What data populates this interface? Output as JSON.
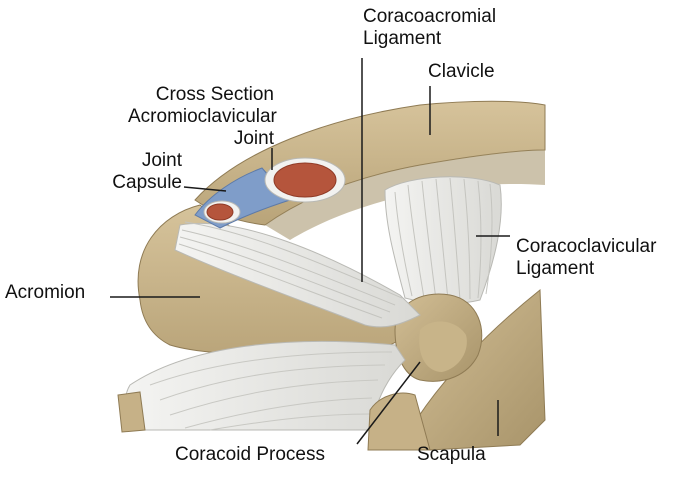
{
  "labels": {
    "coracoacromial_ligament": [
      "Coracoacromial",
      "Ligament"
    ],
    "clavicle": "Clavicle",
    "cross_section_ac_joint": [
      "Cross Section",
      "Acromioclavicular",
      "Joint"
    ],
    "joint_capsule": [
      "Joint",
      "Capsule"
    ],
    "coracoclavicular_ligament": [
      "Coracoclavicular",
      "Ligament"
    ],
    "acromion": "Acromion",
    "coracoid_process": "Coracoid Process",
    "scapula": "Scapula"
  },
  "colors": {
    "bone": "#cdb88e",
    "bone_dark": "#a38f66",
    "bone_shadow": "#8f7b54",
    "ligament": "#e9e9e6",
    "ligament_line": "#b9b9b4",
    "capsule": "#7f9dc9",
    "cartilage": "#b5553c",
    "leader": "#1a1a1a"
  }
}
